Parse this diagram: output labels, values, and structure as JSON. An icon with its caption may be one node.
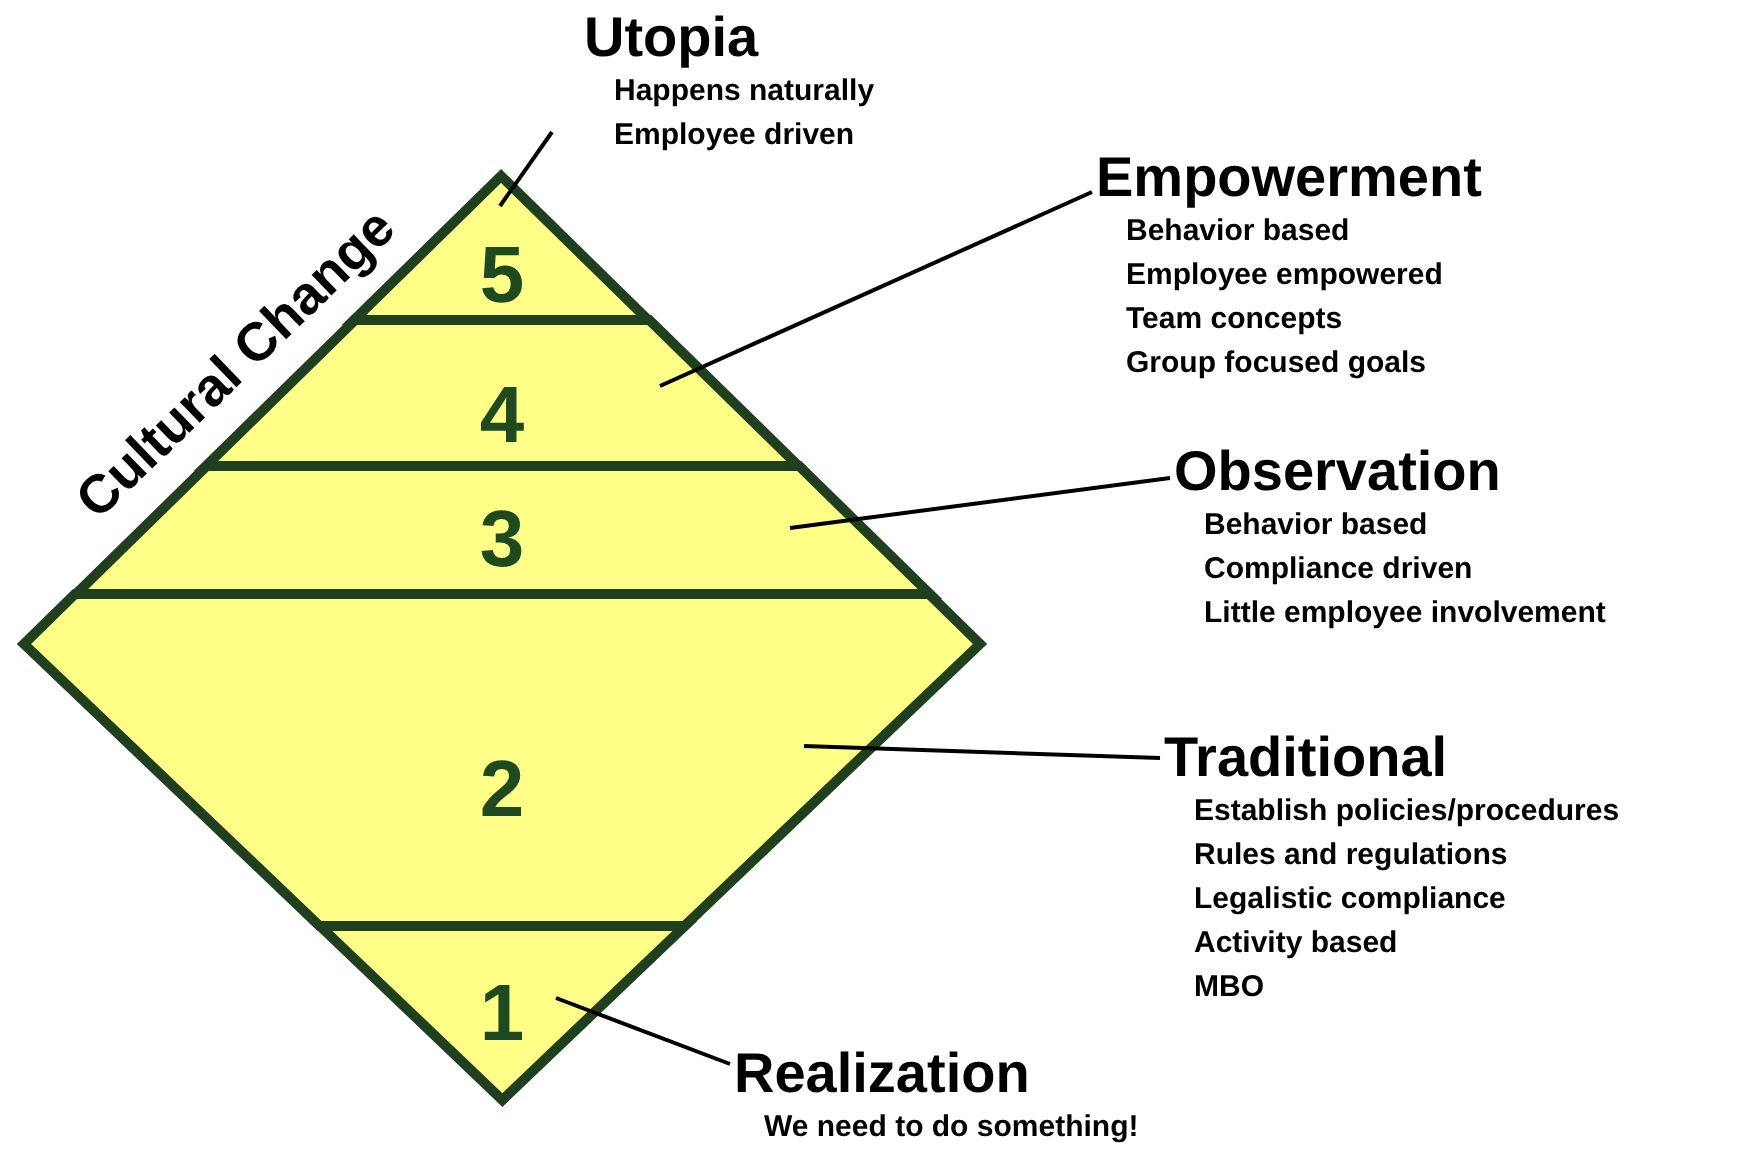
{
  "diagram": {
    "nodes": [
      {
        "text": [
          "Utopia",
          "Happens naturally",
          "Employee driven"
        ]
      },
      {
        "text": [
          "5"
        ]
      },
      {
        "text": [
          "Empowerment",
          "Behavior based",
          "Employee empowered",
          "Team concepts",
          "Group focused goals"
        ]
      },
      {
        "text": [
          "4"
        ]
      },
      {
        "text": [
          "Observation",
          "Behavior based",
          "Compliance driven",
          "Little employee involvement"
        ]
      },
      {
        "text": [
          "3"
        ]
      },
      {
        "text": [
          "2"
        ]
      },
      {
        "text": [
          "Traditional",
          "Establish policies/procedures",
          "Rules and regulations",
          "Legalistic compliance",
          "Activity based",
          "MBO"
        ]
      },
      {
        "text": [
          "1"
        ]
      },
      {
        "text": [
          "Realization",
          "We need to do something!"
        ]
      }
    ],
    "edges": [
      {
        "from": 0,
        "to": 1,
        "arrow": "none"
      },
      {
        "from": 2,
        "to": 3,
        "arrow": "none"
      },
      {
        "from": 4,
        "to": 5,
        "arrow": "none"
      },
      {
        "from": 7,
        "to": 6,
        "arrow": "none"
      },
      {
        "from": 9,
        "to": 8,
        "arrow": "none"
      }
    ],
    "labels": [
      "Cultural Change"
    ]
  }
}
